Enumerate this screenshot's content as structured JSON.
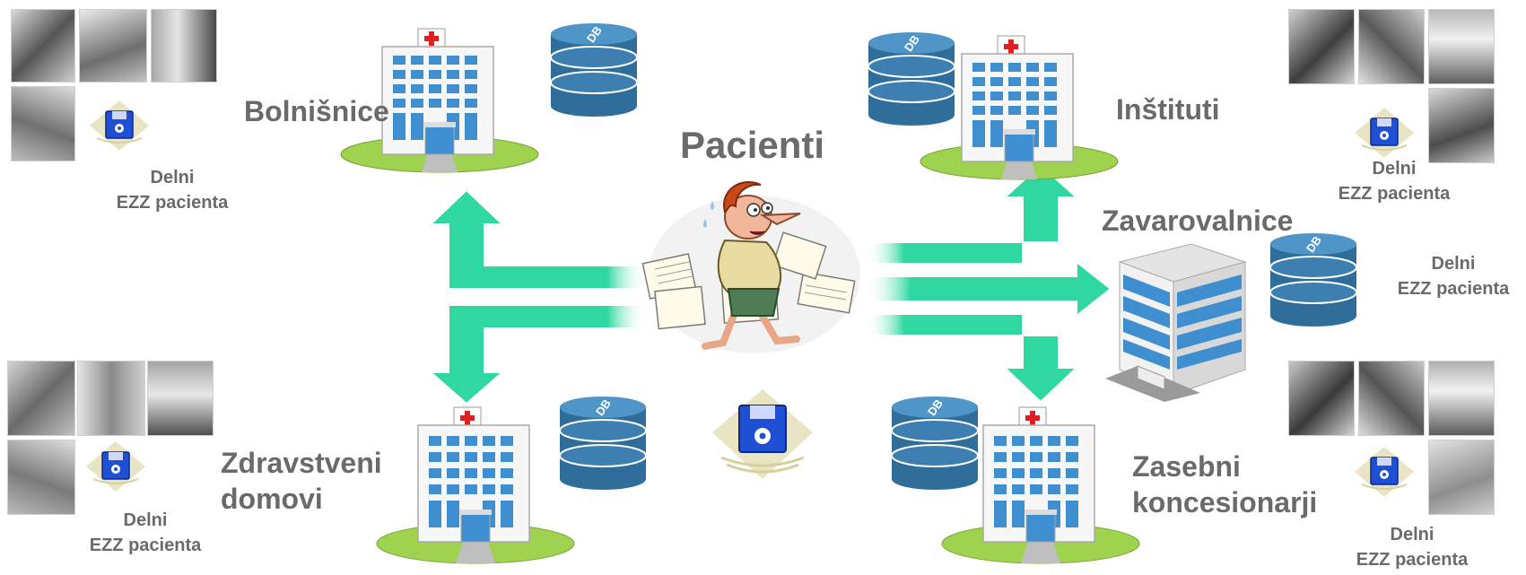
{
  "title": "Pacienti",
  "nodes": {
    "bolnisnice": "Bolnišnice",
    "instituti": "Inštituti",
    "zavarovalnice": "Zavarovalnice",
    "zdravstveni_domovi": [
      "Zdravstveni",
      "domovi"
    ],
    "zasebni": [
      "Zasebni",
      "koncesionarji"
    ]
  },
  "record_label": [
    "Delni",
    "EZZ pacienta"
  ],
  "db_label": "DB",
  "colors": {
    "arrow": "#2ed8a0",
    "db": "#2f6d9b",
    "building_glass": "#3f8fd0",
    "lawn": "#9fd24e",
    "text": "#6a6a6a"
  }
}
